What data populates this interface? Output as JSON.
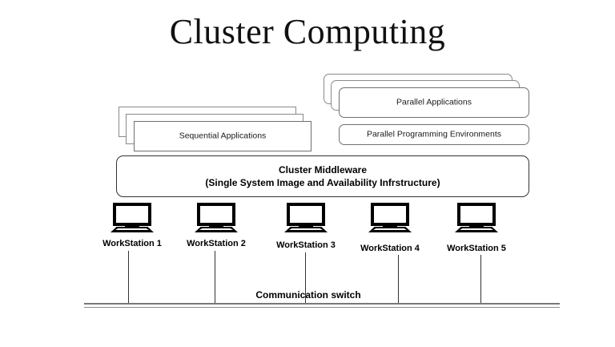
{
  "diagram": {
    "title": "Cluster Computing",
    "sequential_stack": {
      "label": "Sequential Applications",
      "layers": 3
    },
    "parallel_stack": {
      "label": "Parallel Applications",
      "layers": 3
    },
    "parallel_environments": {
      "label": "Parallel Programming Environments"
    },
    "middleware": {
      "line1": "Cluster Middleware",
      "line2": "(Single System Image and Availability Infrstructure)",
      "text": "Cluster Middleware\n(Single System Image and Availability Infrstructure)"
    },
    "workstations": [
      {
        "label": "WorkStation 1",
        "icon": "monitor-icon"
      },
      {
        "label": "WorkStation 2",
        "icon": "monitor-icon"
      },
      {
        "label": "WorkStation 3",
        "icon": "monitor-icon"
      },
      {
        "label": "WorkStation 4",
        "icon": "monitor-icon"
      },
      {
        "label": "WorkStation 5",
        "icon": "monitor-icon"
      }
    ],
    "network": {
      "label": "Communication switch"
    },
    "colors": {
      "background": "#ffffff",
      "text": "#000000",
      "box_border": "#8a8a8a",
      "middleware_border": "#333333",
      "bus": "#8d8d8d",
      "monitor": "#000000"
    }
  }
}
